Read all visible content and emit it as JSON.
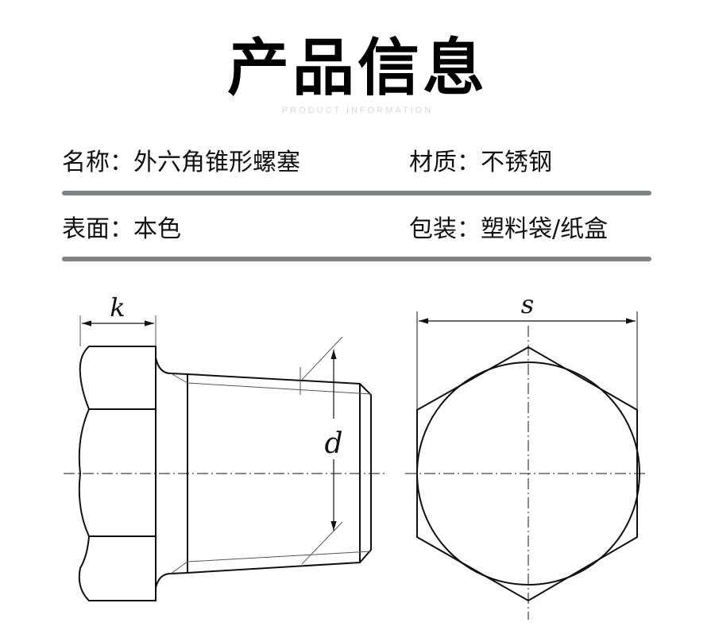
{
  "header": {
    "title": "产品信息",
    "subtitle": "PRODUCT INFORMATION"
  },
  "specs": [
    {
      "label": "名称：",
      "value": "外六角锥形螺塞"
    },
    {
      "label": "材质：",
      "value": "不锈钢"
    },
    {
      "label": "表面：",
      "value": "本色"
    },
    {
      "label": "包装：",
      "value": "塑料袋/纸盒"
    }
  ],
  "drawing": {
    "k_label": "k",
    "d_label": "d",
    "s_label": "s"
  }
}
